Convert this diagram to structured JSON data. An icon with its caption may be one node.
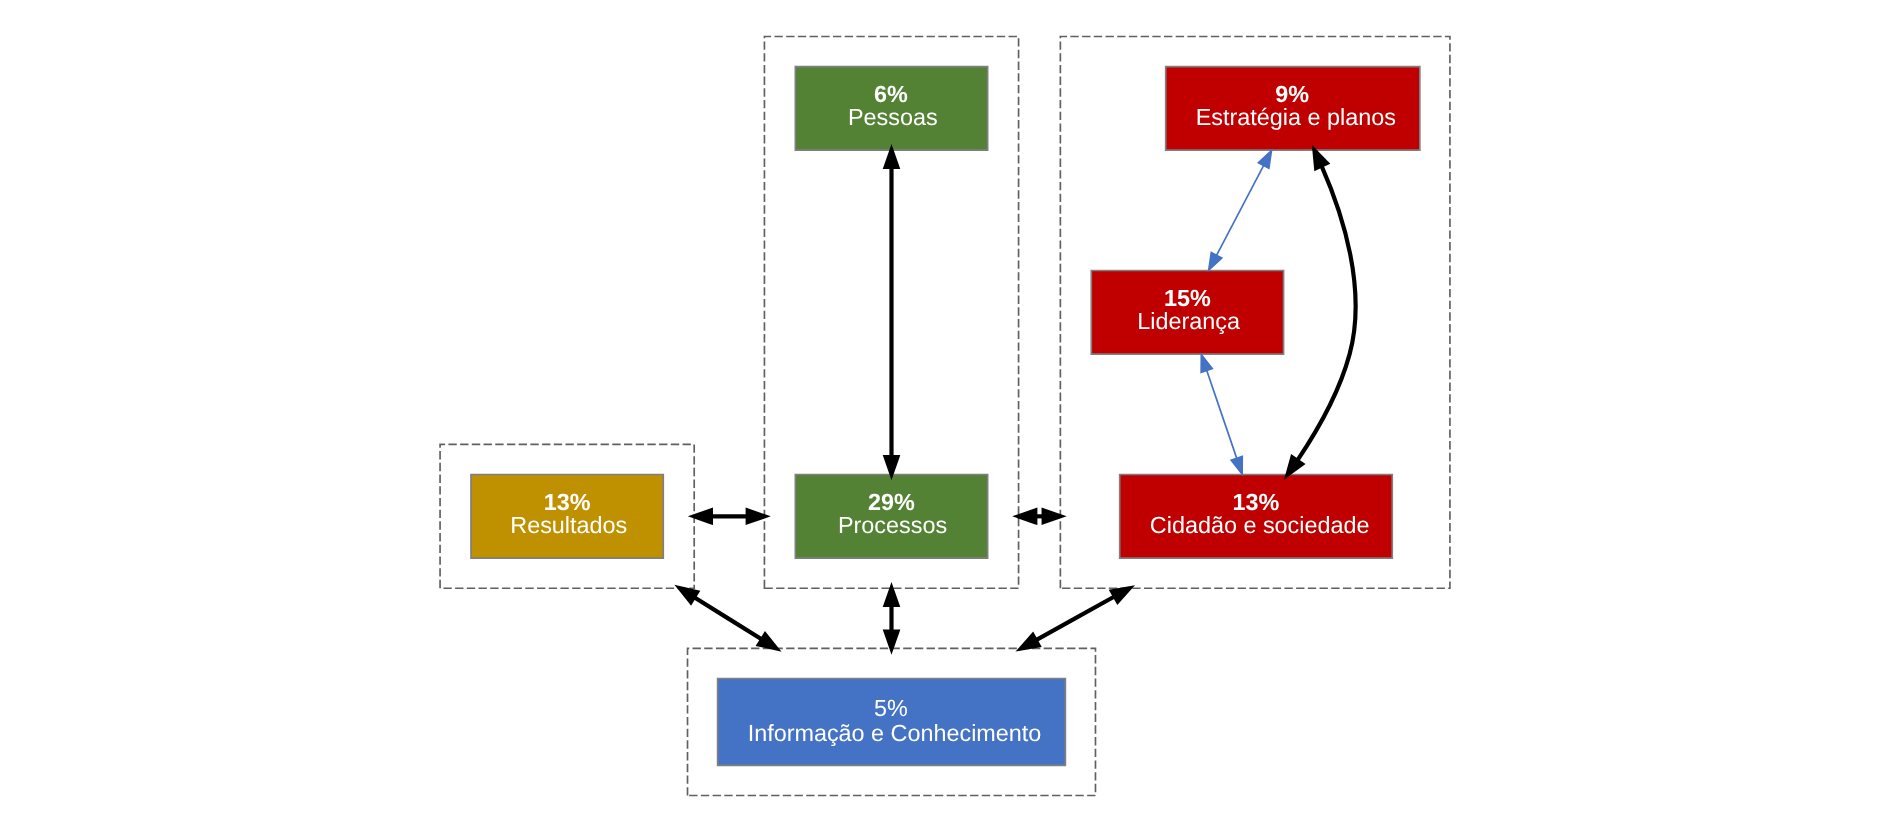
{
  "diagram": {
    "nodes": [
      {
        "text": [],
        "shape": "box"
      },
      {
        "text": [
          "15%",
          "Liderança"
        ],
        "in": 0
      },
      {
        "text": [
          "9%",
          "Estratégia e planos"
        ],
        "in": 0
      },
      {
        "text": [
          "13%",
          "Cidadão e sociedade"
        ],
        "in": 0
      },
      {
        "text": [],
        "shape": "box"
      },
      {
        "text": [
          "6%",
          "Pessoas"
        ],
        "in": 4
      },
      {
        "text": [
          "29%",
          "Processos"
        ],
        "in": 4
      },
      {
        "text": [],
        "shape": "box"
      },
      {
        "text": [
          "13%",
          "Resultados"
        ],
        "in": 7
      },
      {
        "text": [],
        "shape": "box"
      },
      {
        "text": [
          "5%",
          "Informação e Conhecimento"
        ],
        "in": 9
      }
    ],
    "edges": [
      {
        "from": 1,
        "to": 2,
        "arrow": "both",
        "color": "#4472c4"
      },
      {
        "from": 1,
        "to": 3,
        "arrow": "both",
        "color": "#4472c4"
      },
      {
        "from": 2,
        "to": 3,
        "arrow": "both"
      },
      {
        "from": 0,
        "to": 4,
        "arrow": "both"
      },
      {
        "from": 5,
        "to": 6,
        "arrow": "both"
      },
      {
        "from": 4,
        "to": 7,
        "arrow": "both"
      },
      {
        "from": 0,
        "to": 9,
        "arrow": "both"
      },
      {
        "from": 4,
        "to": 9,
        "arrow": "both"
      },
      {
        "from": 7,
        "to": 9,
        "arrow": "both"
      }
    ]
  }
}
